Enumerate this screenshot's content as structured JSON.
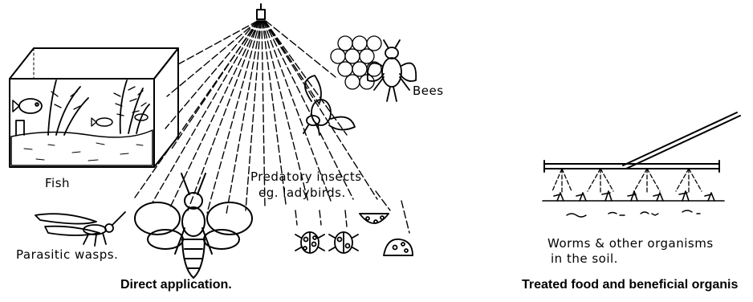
{
  "left_panel": {
    "caption": "Direct application.",
    "labels": {
      "fish": "Fish",
      "bees": "Bees",
      "predatory_line1": "Predatory insects",
      "predatory_line2": "eg. ladybirds.",
      "parasitic": "Parasitic wasps."
    }
  },
  "right_panel": {
    "caption": "Treated food and beneficial organis",
    "labels": {
      "worms_line1": "Worms & other organisms",
      "worms_line2": "in the soil."
    }
  }
}
